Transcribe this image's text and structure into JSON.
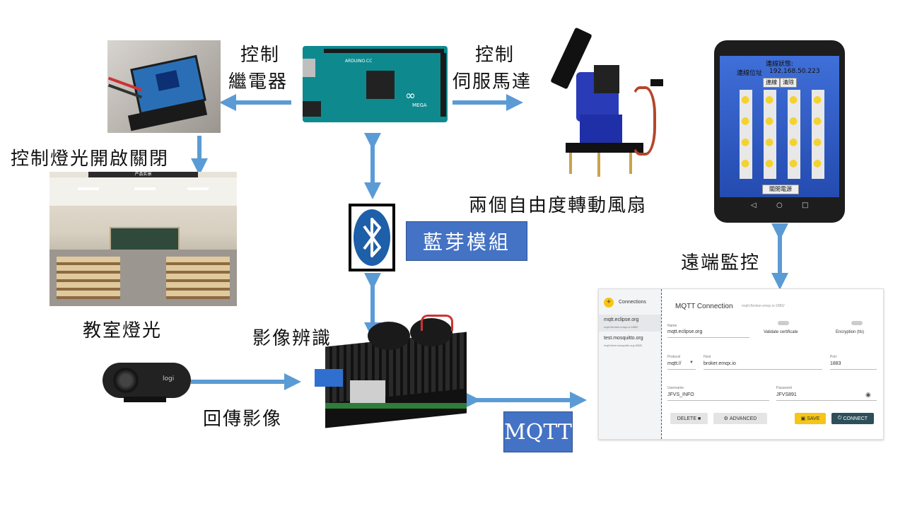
{
  "labels": {
    "control_relay_line1": "控制",
    "control_relay_line2": "繼電器",
    "control_servo_line1": "控制",
    "control_servo_line2": "伺服馬達",
    "light_switch": "控制燈光開啟關閉",
    "fan": "兩個自由度轉動風扇",
    "remote": "遠端監控",
    "classroom_light": "教室燈光",
    "image_recognition": "影像辨識",
    "return_image": "回傳影像",
    "bluetooth_module": "藍芽模組",
    "mqtt": "MQTT"
  },
  "phone": {
    "status_label": "連線狀態:",
    "address_label": "連線位址",
    "address_value": "192.168.50.223",
    "connect_btn": "連線",
    "clear_btn": "清除",
    "power_btn": "關閉電源"
  },
  "classroom_banner": "产品实景",
  "arduino_brand": "ARDUINO.CC",
  "arduino_mega": "MEGA",
  "webcam_brand": "logi",
  "mqtt_client": {
    "add_label": "Connections",
    "connections": [
      {
        "name": "mqtt.eclipse.org",
        "sub": "mqtt://broker.emqx.io:1883/"
      },
      {
        "name": "test.mosquitto.org",
        "sub": "mqtt://test.mosquitto.org:1883/"
      }
    ],
    "title": "MQTT Connection",
    "title_url": "mqtt://broker.emqx.io:1883/",
    "name_label": "Name",
    "name_value": "mqtt.eclipse.org",
    "validate_label": "Validate certificate",
    "encryption_label": "Encryption (tls)",
    "protocol_label": "Protocol",
    "protocol_value": "mqtt://",
    "host_label": "Host",
    "host_value": "broker.emqx.io",
    "port_label": "Port",
    "port_value": "1883",
    "username_label": "Username",
    "username_value": "JFVS_INFO",
    "password_label": "Password",
    "password_value": "JFVS891",
    "delete_btn": "DELETE",
    "advanced_btn": "ADVANCED",
    "save_btn": "SAVE",
    "connect_btn": "CONNECT"
  }
}
